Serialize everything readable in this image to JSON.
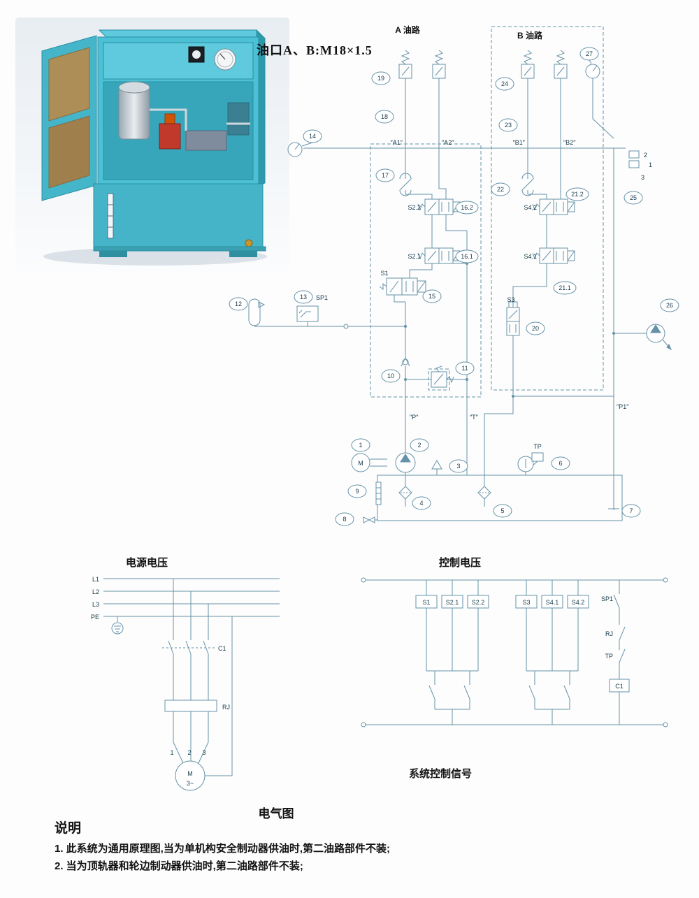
{
  "title": "油口A、B:M18×1.5",
  "hyd": {
    "circuit_a": "A 油路",
    "circuit_b": "B 油路",
    "balloons": {
      "n1": "1",
      "n2": "2",
      "n3": "3",
      "n4": "4",
      "n5": "5",
      "n6": "6",
      "n7": "7",
      "n8": "8",
      "n9": "9",
      "n10": "10",
      "n11": "11",
      "n12": "12",
      "n13": "13",
      "n14": "14",
      "n15": "15",
      "n16_1": "16.1",
      "n16_2": "16.2",
      "n17": "17",
      "n18": "18",
      "n19": "19",
      "n20": "20",
      "n21_1": "21.1",
      "n21_2": "21.2",
      "n22": "22",
      "n23": "23",
      "n24": "24",
      "n25": "25",
      "n26": "26",
      "n27": "27"
    },
    "valves": {
      "s1": "S1",
      "s2_1": "S2.1",
      "s2_2": "S2.2",
      "s3": "S3",
      "s4_1": "S4.1",
      "s4_2": "S4.2",
      "sp1": "SP1",
      "tp": "TP",
      "m": "M"
    },
    "ports": {
      "a1": "″A1″",
      "a2": "″A2″",
      "b1": "″B1″",
      "b2": "″B2″",
      "p": "″P″",
      "t": "″T″",
      "p1": "″P1″"
    },
    "junction": {
      "j1": "1",
      "j2": "2",
      "j3": "3"
    }
  },
  "elec": {
    "power_title": "电源电压",
    "control_title": "控制电压",
    "phase_labels": {
      "l1": "L1",
      "l2": "L2",
      "l3": "L3",
      "pe": "PE"
    },
    "c1": "C1",
    "rj": "RJ",
    "motor_m": "M",
    "motor_phase": "3~",
    "terminals": {
      "t1": "1",
      "t2": "2",
      "t3": "3"
    },
    "contacts": {
      "s1": "S1",
      "s2_1": "S2.1",
      "s2_2": "S2.2",
      "s3": "S3",
      "s4_1": "S4.1",
      "s4_2": "S4.2",
      "sp1": "SP1",
      "rj": "RJ",
      "tp": "TP",
      "c1": "C1"
    },
    "signal_label": "系统控制信号",
    "caption": "电气图"
  },
  "notes": {
    "title": "说明",
    "items": [
      "1. 此系统为通用原理图,当为单机构安全制动器供油时,第二油路部件不装;",
      "2. 当为顶轨器和轮边制动器供油时,第二油路部件不装;"
    ]
  },
  "colors": {
    "line": "#6592a8",
    "text": "#15394a",
    "cabinet": "#49bccf"
  }
}
